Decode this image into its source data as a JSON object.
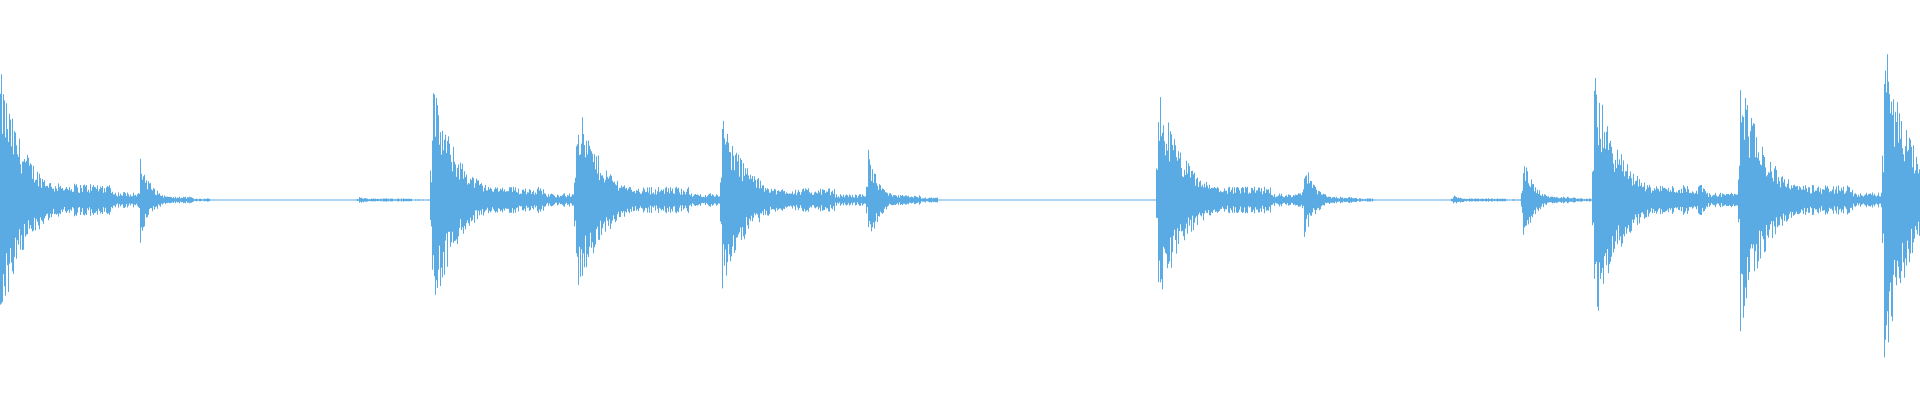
{
  "waveform": {
    "color": "#5aabe3",
    "background": "#ffffff",
    "amplitude_scale": "linear",
    "channels": 1,
    "transients": [
      {
        "onset": 0.0,
        "peak_pos": 0.78,
        "peak_neg": -0.78,
        "decay": "long",
        "noise_tail": 0.1
      },
      {
        "onset": 0.073,
        "peak_pos": 0.26,
        "peak_neg": -0.26,
        "decay": "short",
        "noise_tail": 0.02
      },
      {
        "onset": 0.187,
        "peak_pos": 0.02,
        "peak_neg": -0.02,
        "decay": "short",
        "noise_tail": 0.01
      },
      {
        "onset": 0.225,
        "peak_pos": 0.72,
        "peak_neg": -0.72,
        "decay": "long",
        "noise_tail": 0.08
      },
      {
        "onset": 0.3,
        "peak_pos": 0.62,
        "peak_neg": -0.64,
        "decay": "long",
        "noise_tail": 0.08
      },
      {
        "onset": 0.376,
        "peak_pos": 0.53,
        "peak_neg": -0.55,
        "decay": "long",
        "noise_tail": 0.07
      },
      {
        "onset": 0.452,
        "peak_pos": 0.3,
        "peak_neg": -0.3,
        "decay": "short",
        "noise_tail": 0.03
      },
      {
        "onset": 0.603,
        "peak_pos": 0.7,
        "peak_neg": -0.7,
        "decay": "long",
        "noise_tail": 0.08
      },
      {
        "onset": 0.679,
        "peak_pos": 0.24,
        "peak_neg": -0.24,
        "decay": "short",
        "noise_tail": 0.02
      },
      {
        "onset": 0.757,
        "peak_pos": 0.03,
        "peak_neg": -0.03,
        "decay": "short",
        "noise_tail": 0.01
      },
      {
        "onset": 0.793,
        "peak_pos": 0.26,
        "peak_neg": -0.26,
        "decay": "short",
        "noise_tail": 0.02
      },
      {
        "onset": 0.83,
        "peak_pos": 0.78,
        "peak_neg": -0.8,
        "decay": "long",
        "noise_tail": 0.09
      },
      {
        "onset": 0.906,
        "peak_pos": 0.78,
        "peak_neg": -0.8,
        "decay": "long",
        "noise_tail": 0.09
      },
      {
        "onset": 0.981,
        "peak_pos": 1.0,
        "peak_neg": -1.0,
        "decay": "long",
        "noise_tail": 0.1
      }
    ]
  }
}
